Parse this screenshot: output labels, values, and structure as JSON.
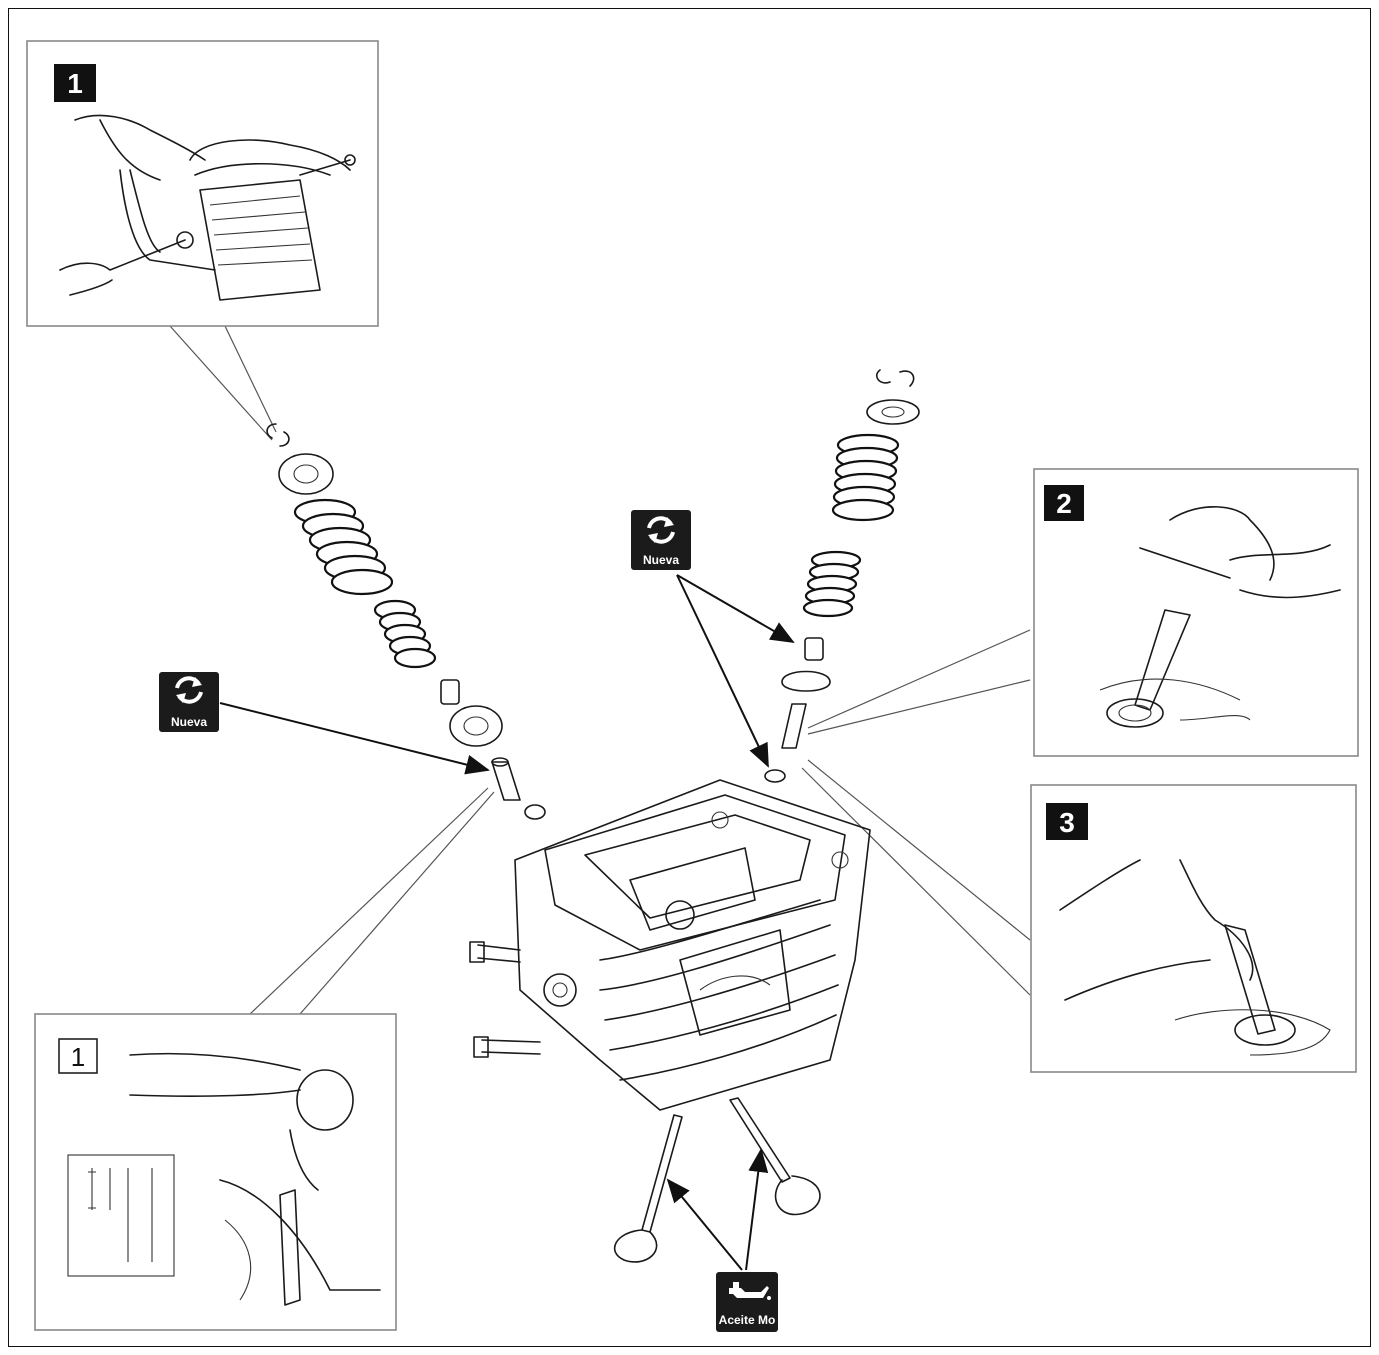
{
  "insets": {
    "top_left": {
      "number": "1"
    },
    "right_upper": {
      "number": "2"
    },
    "right_lower": {
      "number": "3"
    },
    "bottom_left": {
      "number": "1"
    }
  },
  "badges": {
    "new_left": {
      "label": "Nueva",
      "icon": "replace-arrows-icon"
    },
    "new_right": {
      "label": "Nueva",
      "icon": "replace-arrows-icon"
    },
    "oil": {
      "label": "Aceite Mo",
      "icon": "oil-can-icon"
    }
  },
  "colors": {
    "ink": "#1a1a1a",
    "badge": "#1b1b1b",
    "frame": "#888888"
  }
}
